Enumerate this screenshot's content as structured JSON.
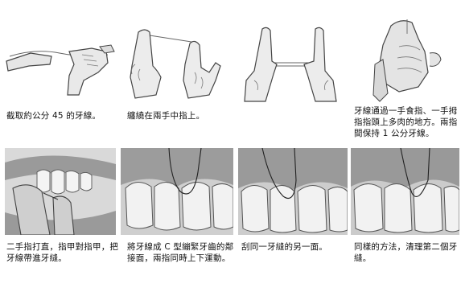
{
  "steps": [
    {
      "text": "截取約公分 45 的牙線。"
    },
    {
      "text": "纏繞在兩手中指上。"
    },
    {
      "text": ""
    },
    {
      "text": "牙線通過一手食指、一手拇指指頭上多肉的地方。兩指間保持 1 公分牙線。"
    },
    {
      "text": "二手指打直，指甲對指甲，把牙線帶進牙縫。"
    },
    {
      "text": "將牙線成 C 型繃緊牙齒的鄰接面，兩指同時上下運動。"
    },
    {
      "text": "刮同一牙縫的另一面。"
    },
    {
      "text": "同樣的方法，清理第二個牙縫。"
    }
  ],
  "icons": {
    "floss_strand": "floss-strand-icon",
    "hand": "hand-icon",
    "tooth": "tooth-icon"
  },
  "colors": {
    "ink": "#111111",
    "sketch": "#555555",
    "shade": "#c9c9c9",
    "gum": "#8f8f8f",
    "tooth": "#f2f2f2"
  }
}
